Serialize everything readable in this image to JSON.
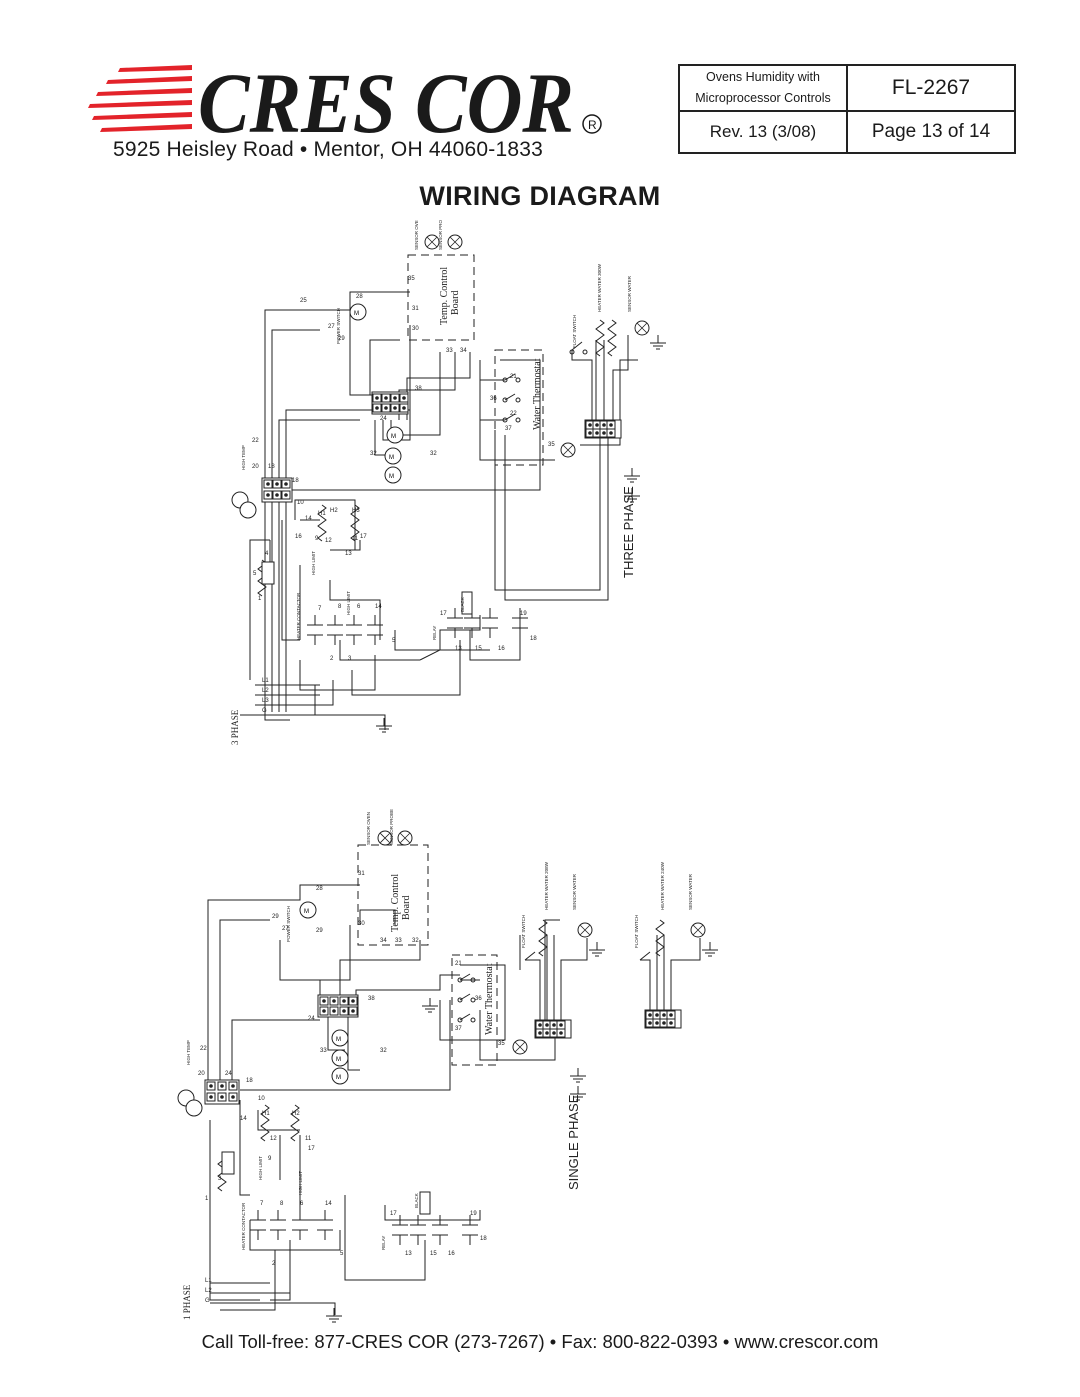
{
  "header": {
    "logo_text": "CRES COR",
    "address": "5925 Heisley Road • Mentor, OH 44060-1833",
    "description_line1": "Ovens Humidity with",
    "description_line2": "Microprocessor Controls",
    "form_number": "FL-2267",
    "revision": "Rev. 13 (3/08)",
    "page": "Page 13 of 14"
  },
  "title": "WIRING DIAGRAM",
  "diagrams": {
    "three_phase": {
      "phase_label": "THREE PHASE",
      "supply_label": "3 PHASE",
      "board_line1": "Temp. Control",
      "board_line2": "Board",
      "thermostat_label": "Water Thermostat"
    },
    "single_phase": {
      "phase_label": "SINGLE PHASE",
      "supply_label": "1 PHASE",
      "board_line1": "Temp. Control",
      "board_line2": "Board",
      "thermostat_label": "Water Thermostat"
    }
  },
  "footer": {
    "contact": "Call Toll-free: 877-CRES COR (273-7267) • Fax: 800-822-0393 • www.crescor.com"
  },
  "colors": {
    "ink": "#1a1a1a",
    "logo_red": "#e3232a",
    "line": "#222222"
  }
}
